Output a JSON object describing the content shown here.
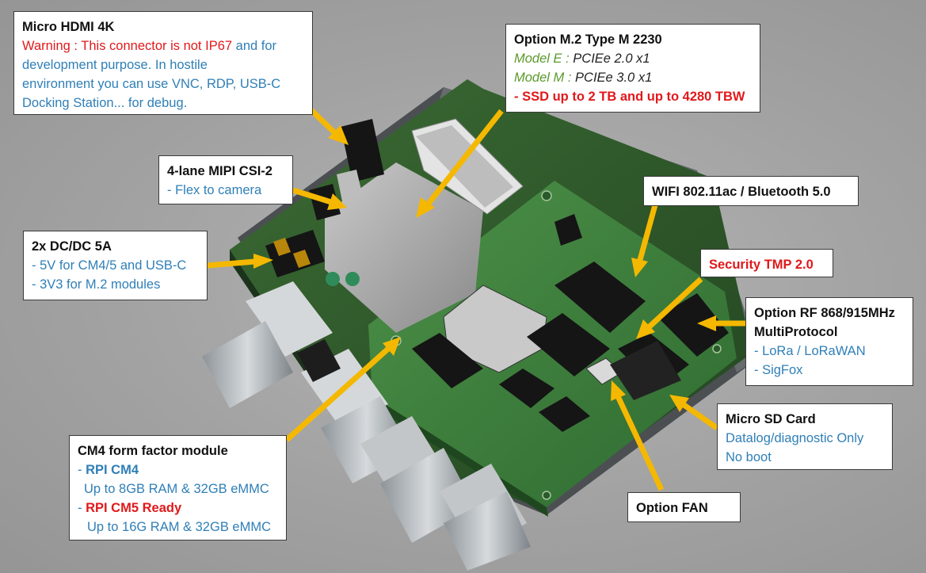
{
  "callouts": {
    "hdmi": {
      "title": "Micro HDMI 4K",
      "warning": "Warning : This connector is not IP67",
      "text_a": " and for",
      "line2": "development purpose. In hostile",
      "line3": "environment you can use VNC, RDP, USB-C",
      "line4": "Docking Station... for debug."
    },
    "m2": {
      "title": "Option M.2 Type M 2230",
      "model_e_label": "Model E :",
      "model_e_value": " PCIEe 2.0 x1",
      "model_m_label": "Model M :",
      "model_m_value": " PCIEe 3.0 x1",
      "ssd": "- SSD up to 2 TB and up to 4280 TBW"
    },
    "mipi": {
      "title": "4-lane MIPI CSI-2",
      "line1": "- Flex to camera"
    },
    "dcdc": {
      "title": "2x DC/DC 5A",
      "line1": "- 5V for CM4/5 and USB-C",
      "line2": "- 3V3 for M.2 modules"
    },
    "wifi": {
      "title": "WIFI 802.11ac / Bluetooth 5.0"
    },
    "tmp": {
      "title": "Security TMP 2.0"
    },
    "rf": {
      "title": "Option RF 868/915MHz",
      "title2": "MultiProtocol",
      "line1": "- LoRa / LoRaWAN",
      "line2": "- SigFox"
    },
    "sd": {
      "title": "Micro SD Card",
      "line1": "Datalog/diagnostic Only",
      "line2": "No boot"
    },
    "fan": {
      "title": "Option FAN"
    },
    "cm4": {
      "title": "CM4 form factor module",
      "cm4_prefix": "- ",
      "cm4_label": "RPI CM4",
      "cm4_spec": "Up to 8GB RAM & 32GB eMMC",
      "cm5_prefix": "- ",
      "cm5_label": "RPI CM5 Ready",
      "cm5_spec": "Up to 16G RAM & 32GB eMMC"
    }
  },
  "colors": {
    "arrow": "#f5b800",
    "board": "#2e5a2a",
    "module": "#3a7a3c",
    "chip": "#151515",
    "red_text": "#e0191b",
    "blue_text": "#2f7fb7",
    "green_text": "#5c9a2c"
  }
}
